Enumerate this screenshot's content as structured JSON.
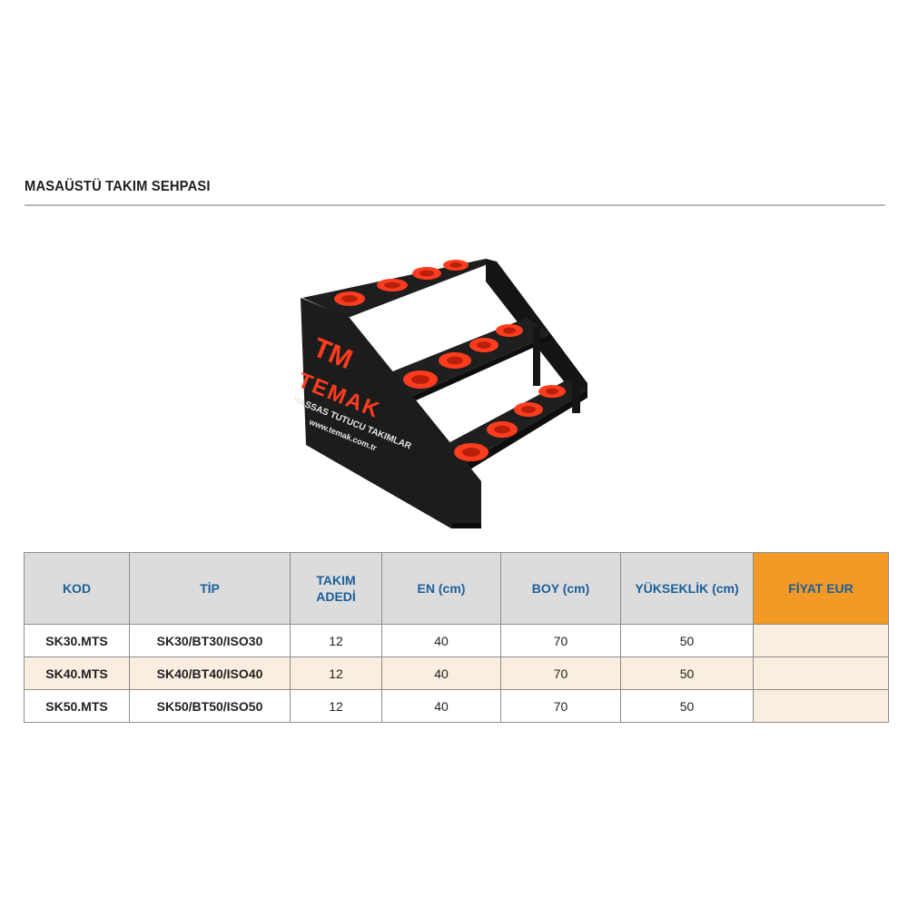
{
  "page": {
    "title": "MASAÜSTÜ TAKIM SEHPASI"
  },
  "product_image": {
    "logo_mark": "TM",
    "brand": "TEMAK",
    "tagline": "HASSAS TUTUCU TAKIMLAR",
    "website": "www.temak.com.tr",
    "colors": {
      "frame": "#1a1a1a",
      "cups": "#ff3c1e",
      "logo": "#ff3c1e"
    }
  },
  "table": {
    "headers": {
      "code": "KOD",
      "type": "TİP",
      "count_line1": "TAKIM",
      "count_line2": "ADEDİ",
      "width": "EN (cm)",
      "length": "BOY (cm)",
      "height": "YÜKSEKLİK (cm)",
      "price": "FİYAT EUR"
    },
    "rows": [
      {
        "code": "SK30.MTS",
        "type": "SK30/BT30/ISO30",
        "count": "12",
        "width": "40",
        "length": "70",
        "height": "50",
        "price": ""
      },
      {
        "code": "SK40.MTS",
        "type": "SK40/BT40/ISO40",
        "count": "12",
        "width": "40",
        "length": "70",
        "height": "50",
        "price": ""
      },
      {
        "code": "SK50.MTS",
        "type": "SK50/BT50/ISO50",
        "count": "12",
        "width": "40",
        "length": "70",
        "height": "50",
        "price": ""
      }
    ],
    "colors": {
      "header_bg": "#dcdcdc",
      "header_text": "#1b5f9a",
      "price_header_bg": "#f39a26",
      "alt_row_bg": "#f9eee0"
    }
  }
}
